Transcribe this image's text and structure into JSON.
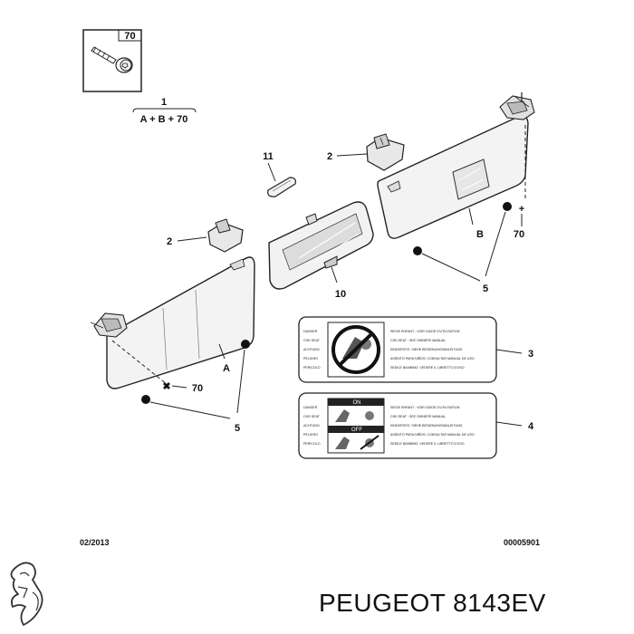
{
  "callouts": {
    "c70_box": "70",
    "c1": "1",
    "formula": "A + B + 70",
    "c11": "11",
    "c2_right": "2",
    "c2_left": "2",
    "c10": "10",
    "cB": "B",
    "c70_right": "70",
    "c5_right": "5",
    "cA": "A",
    "c70_left": "70",
    "c5_left": "5",
    "c3": "3",
    "c4": "4"
  },
  "label3": {
    "left_lines": [
      "DANGER",
      "CHD SEAT",
      "ACHTUNG",
      "PELIGRO",
      "PERICOLO"
    ],
    "right_lines": [
      "SIEGE ENFANT : VOIR GUIDE D'UTILISATION",
      "CHD SEAT : SEE OWNERS MANUAL",
      "KINDERSITZ: SIEHE BEDIENUNGSANLEITUNG",
      "ASIENTO PARA NIÑOS: CONSULTAR MANUAL DE USO",
      "SEDILE BAMBINO: VEDERE IL LIBRETTO D'USO"
    ]
  },
  "label4": {
    "left_lines": [
      "DANGER",
      "CHD SEAT",
      "ACHTUNG",
      "PELIGRO",
      "PERICOLO"
    ],
    "right_lines": [
      "SIEGE ENFANT : VOIR GUIDE D'UTILISATION",
      "CHD SEAT : SEE OWNERS MANUAL",
      "KINDERSITZ: SIEHE BEDIENUNGSANLEITUNG",
      "ASIENTO PARA NIÑOS: CONSULTAR MANUAL DE USO",
      "SEDILE BAMBINO: VEDERE IL LIBRETTO D'USO"
    ],
    "on": "ON",
    "off": "OFF"
  },
  "footer": {
    "date": "02/2013",
    "ref": "00005901"
  },
  "brand": {
    "text": "PEUGEOT 8143EV",
    "logo": "peugeot-lion-logo"
  }
}
